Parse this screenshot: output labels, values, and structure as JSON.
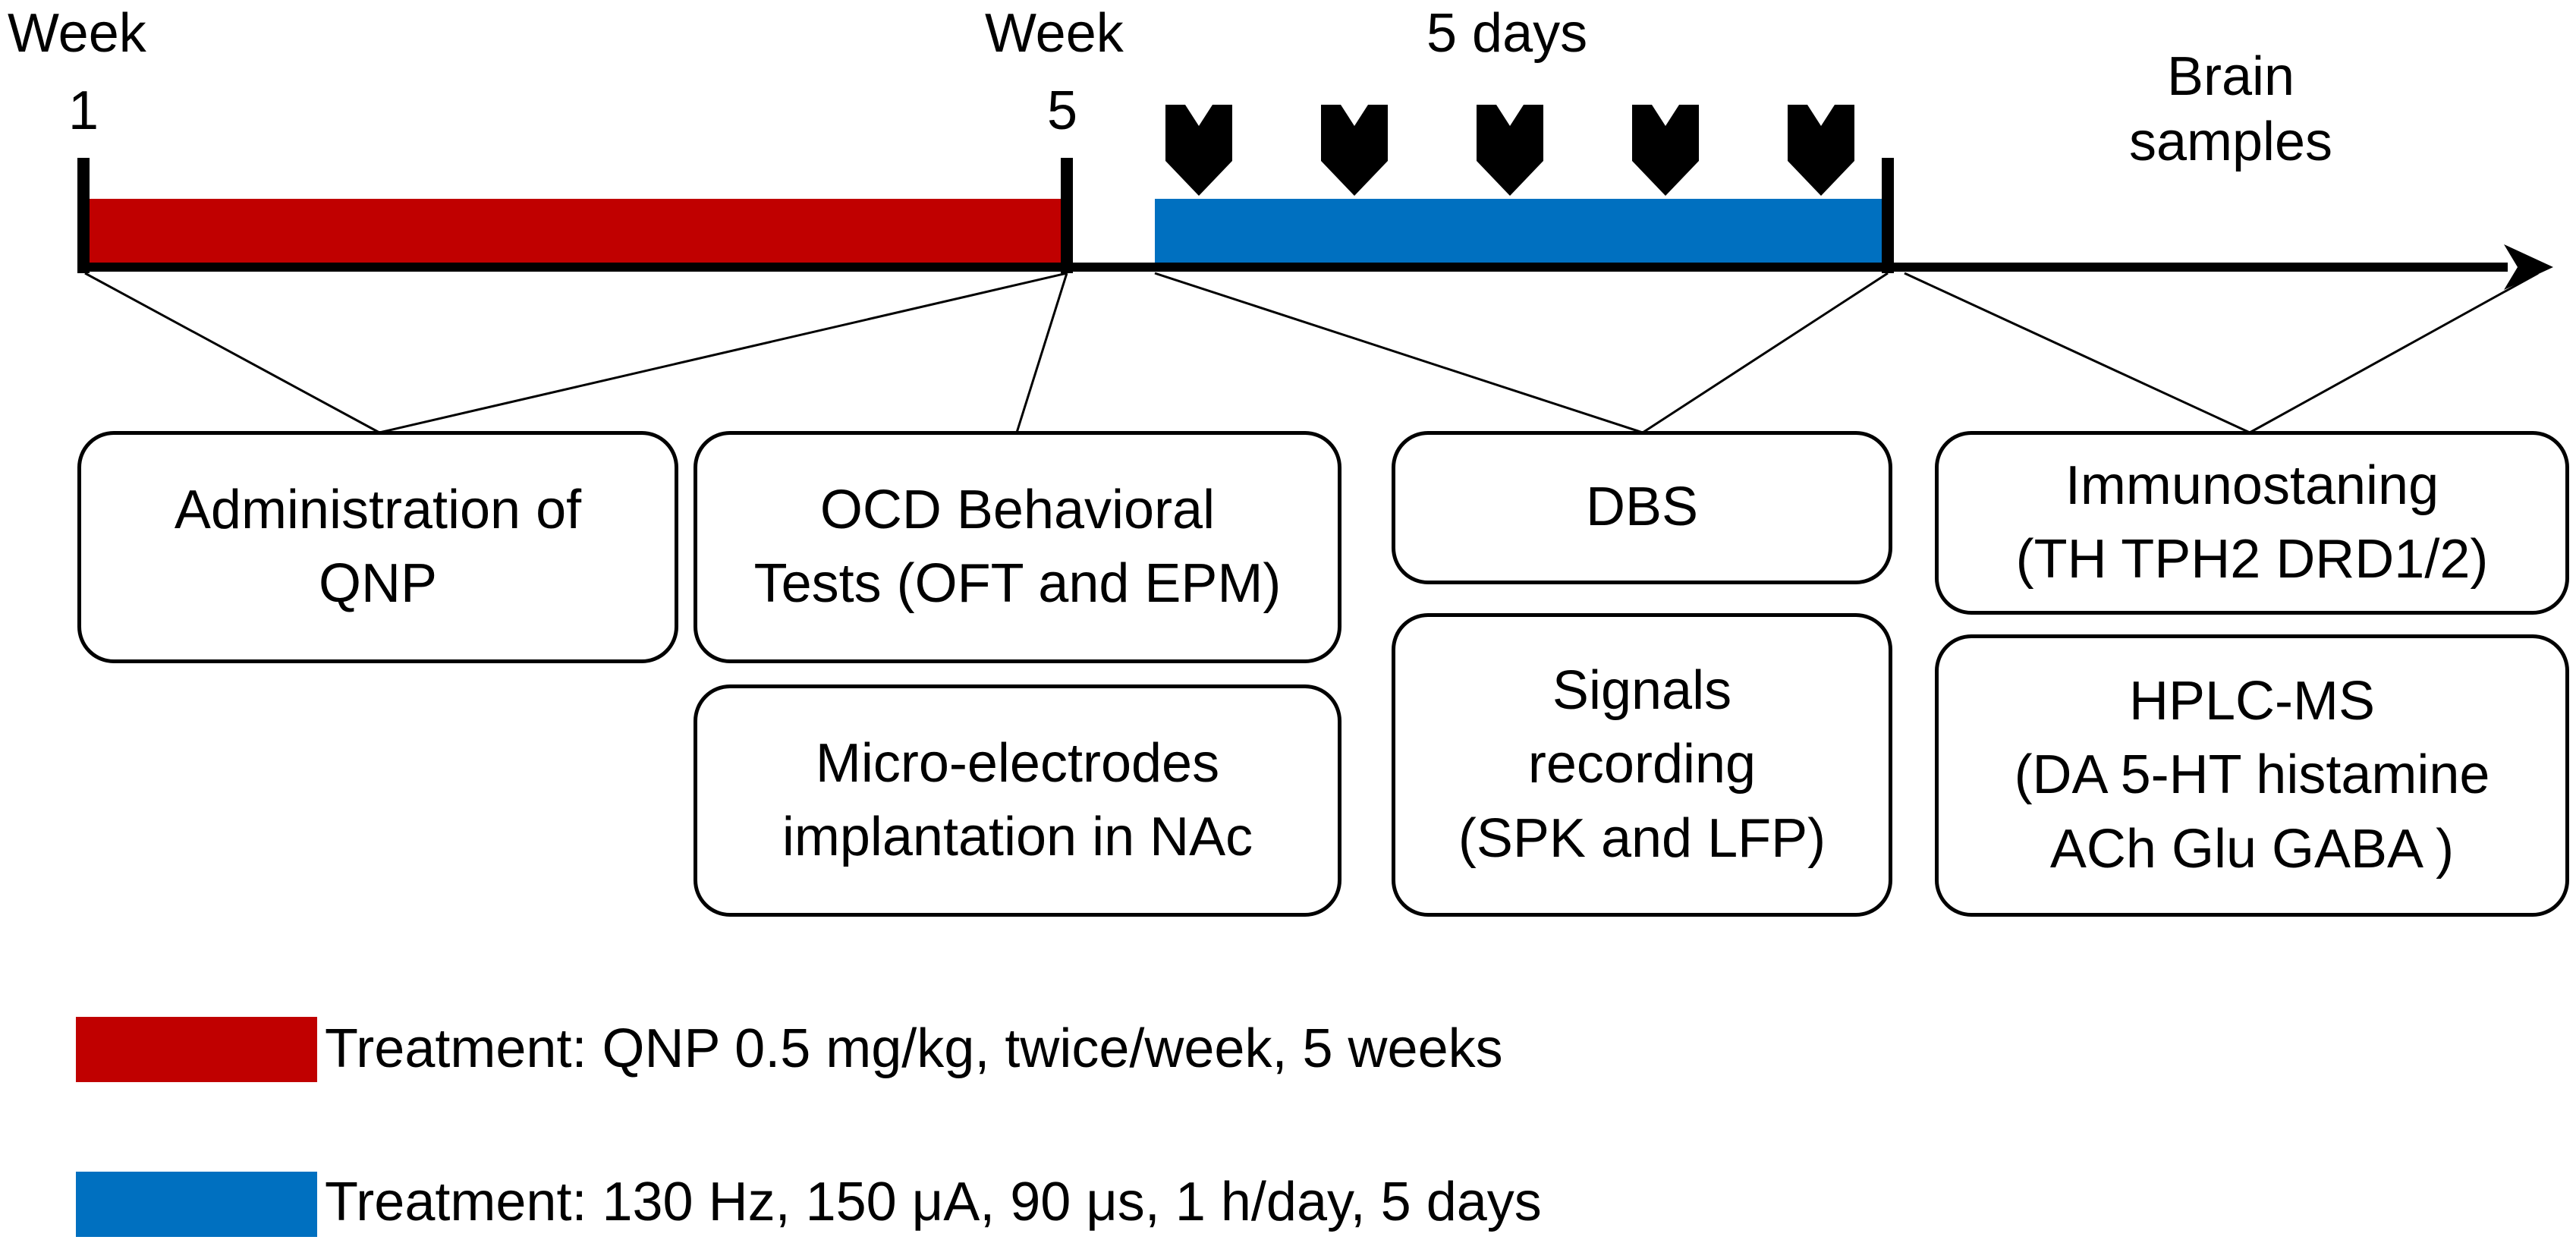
{
  "timeline": {
    "week_start": {
      "line1": "Week",
      "line2": "1"
    },
    "week_mid": {
      "line1": "Week",
      "line2": "5"
    },
    "dbs_period": "5 days",
    "end": {
      "line1": "Brain",
      "line2": "samples"
    },
    "dbs_session_markers": 5
  },
  "boxes": {
    "administration": [
      "Administration of",
      "QNP"
    ],
    "behavioral": [
      "OCD Behavioral",
      "Tests (OFT and EPM)"
    ],
    "implantation": [
      "Micro-electrodes",
      "implantation in NAc"
    ],
    "dbs": [
      "DBS"
    ],
    "signals": [
      "Signals",
      "recording",
      "(SPK and LFP)"
    ],
    "immuno": [
      "Immunostaning",
      "(TH TPH2 DRD1/2)"
    ],
    "hplc": [
      "HPLC-MS",
      "(DA 5-HT histamine",
      "ACh Glu GABA )"
    ]
  },
  "legend": [
    {
      "color": "#c00000",
      "text": "Treatment: QNP 0.5 mg/kg, twice/week, 5 weeks"
    },
    {
      "color": "#0070c0",
      "text": "Treatment: 130 Hz, 150 μA, 90 μs, 1 h/day, 5 days"
    }
  ],
  "colors": {
    "qnp": "#c00000",
    "dbs": "#0070c0",
    "line": "#000000"
  }
}
